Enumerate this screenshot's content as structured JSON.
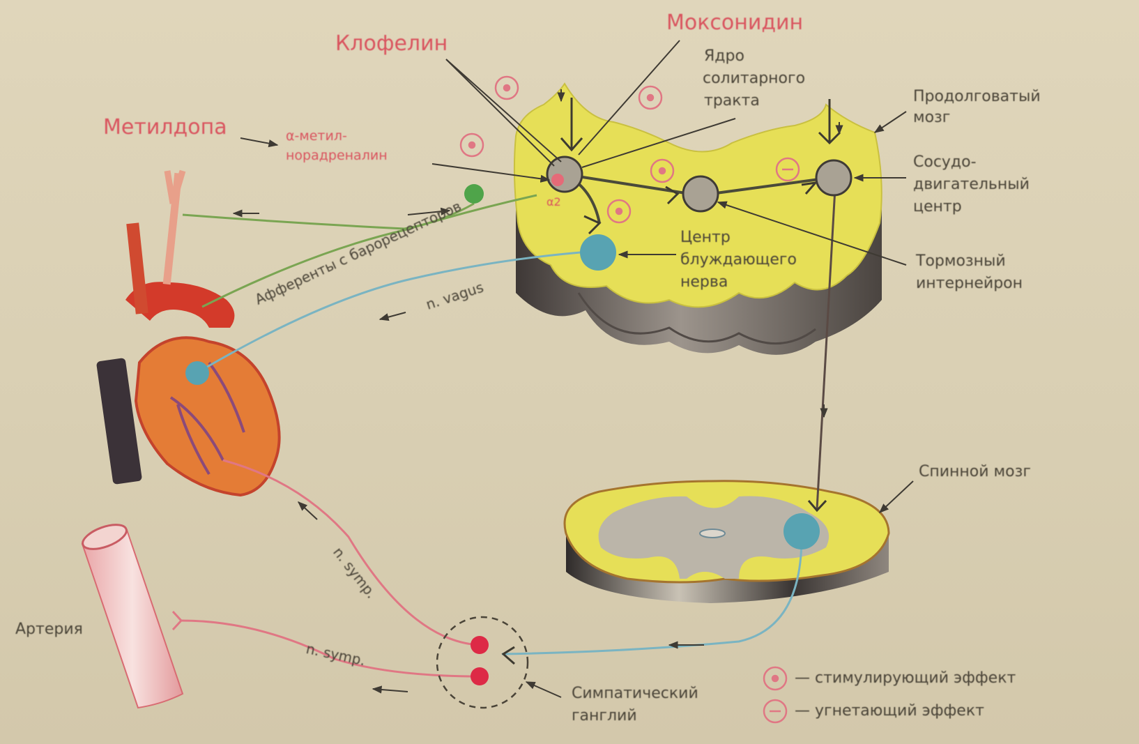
{
  "drugs": {
    "moxonidine": "Моксонидин",
    "clonidine": "Клофелин",
    "methyldopa": "Метилдопа",
    "alpha_methyl_line1": "α-метил-",
    "alpha_methyl_line2": "норадреналин",
    "alpha2": "α2"
  },
  "labels": {
    "solitary_nucleus_1": "Ядро",
    "solitary_nucleus_2": "солитарного",
    "solitary_nucleus_3": "тракта",
    "medulla_1": "Продолговатый",
    "medulla_2": "мозг",
    "vasomotor_1": "Сосудо-",
    "vasomotor_2": "двигательный",
    "vasomotor_3": "центр",
    "vagus_center_1": "Центр",
    "vagus_center_2": "блуждающего",
    "vagus_center_3": "нерва",
    "interneuron_1": "Тормозный",
    "interneuron_2": "интернейрон",
    "spinal_cord": "Спинной мозг",
    "artery": "Артерия",
    "ganglion_1": "Симпатический",
    "ganglion_2": "ганглий",
    "baroreceptor_afferents": "Афференты с барорецепторов",
    "n_vagus": "n. vagus",
    "n_symp_1": "n. symp.",
    "n_symp_2": "n. symp."
  },
  "legend": {
    "stimulating": "— стимулирующий эффект",
    "inhibiting": "— угнетающий эффект"
  },
  "colors": {
    "paper": "#dbd1b5",
    "medulla_yellow": "#e6df57",
    "medulla_dark": "#6e6660",
    "neuron_gray": "#a9a294",
    "vagus_blue": "#58a3b2",
    "sympathetic_red": "#d9505a",
    "afferent_green": "#7aa552",
    "text_red": "#d9555f",
    "text_dark": "#4a4438",
    "heart_orange": "#e0703a"
  }
}
